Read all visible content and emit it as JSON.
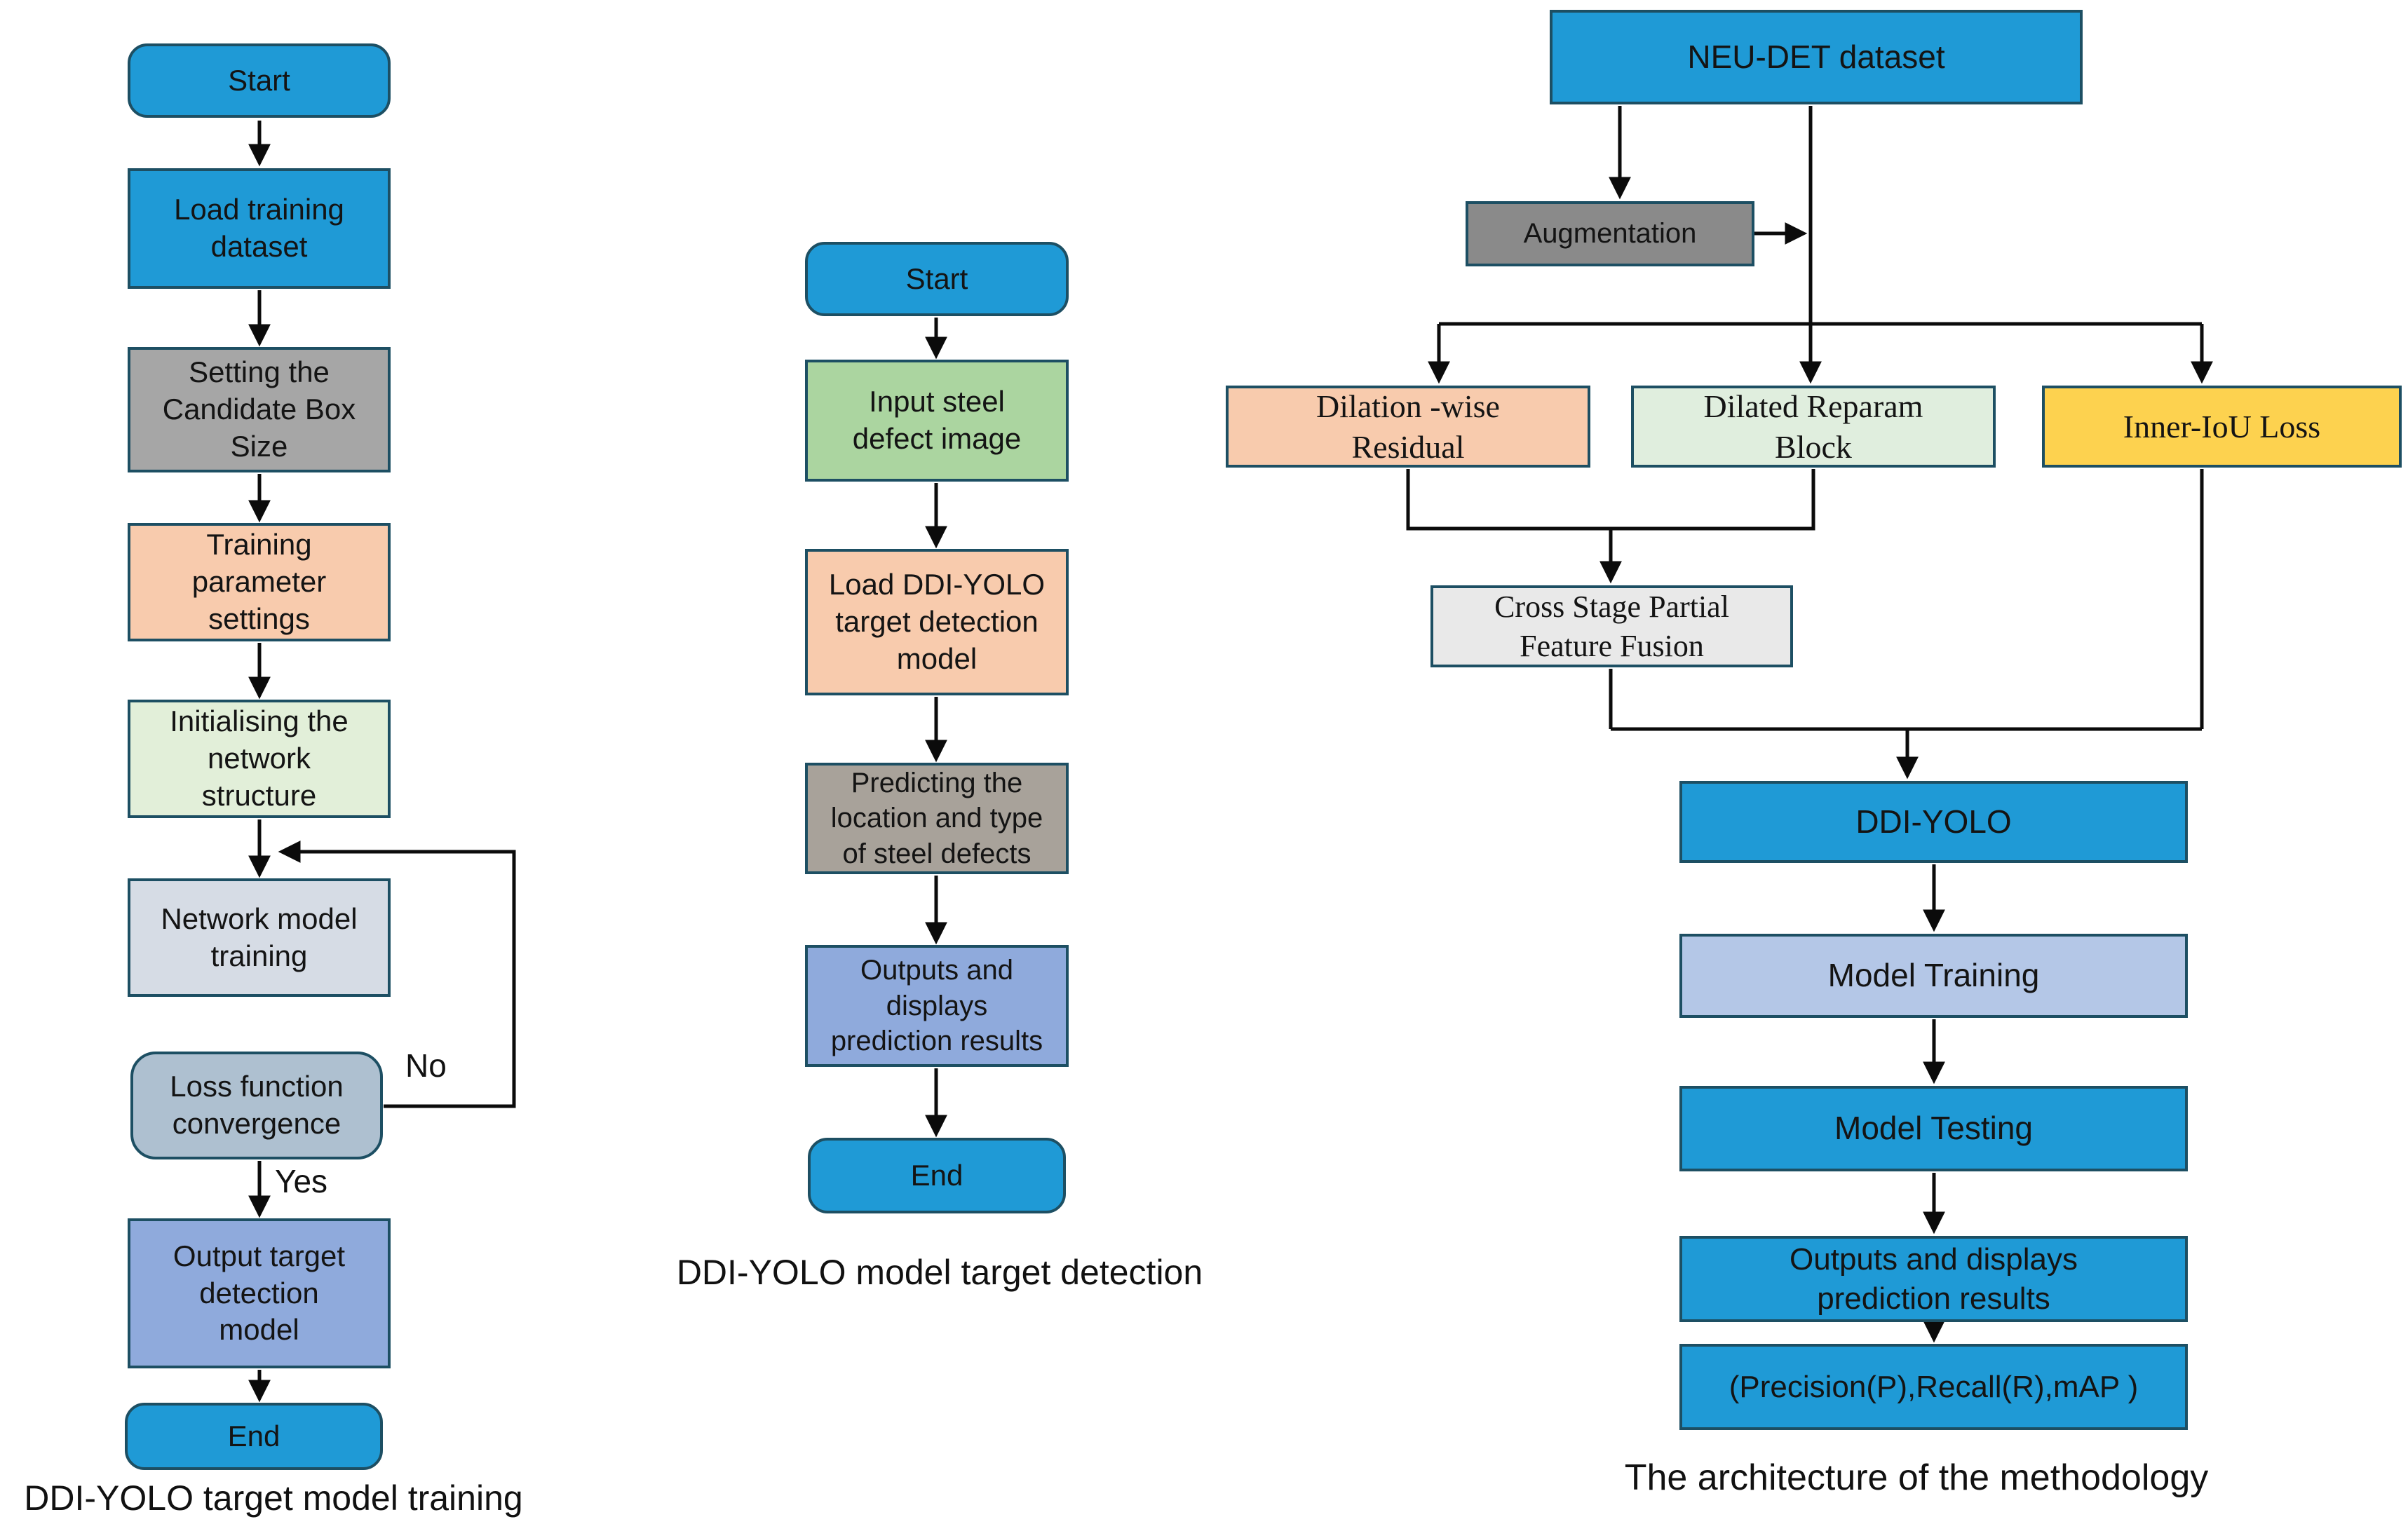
{
  "palette": {
    "accent_blue": "#1f9ad6",
    "box_border": "#1d4f63",
    "peach": "#f8cbad",
    "gray_medium": "#a6a6a6",
    "gray_warm": "#a8a29a",
    "gray_dark": "#8a8a8a",
    "green_pale": "#e2efd9",
    "green_medium": "#abd5a0",
    "green_tint": "#e0eede",
    "blue_gray": "#d6dce5",
    "steel_blue": "#aec0d0",
    "medium_blue": "#8faadc",
    "periwinkle": "#b4c7e7",
    "gold": "#fdd24f",
    "gray_light": "#e9e9e9",
    "line_black": "#0b0b0b"
  },
  "diagrams": {
    "training": {
      "caption": "DDI-YOLO target model training",
      "edge_labels": {
        "no": "No",
        "yes": "Yes"
      },
      "nodes": [
        {
          "id": "start",
          "label": "Start"
        },
        {
          "id": "load",
          "label": "Load training\ndataset"
        },
        {
          "id": "candidate",
          "label": "Setting the\nCandidate Box\nSize"
        },
        {
          "id": "params",
          "label": "Training\nparameter\nsettings"
        },
        {
          "id": "init",
          "label": "Initialising the\nnetwork\nstructure"
        },
        {
          "id": "train",
          "label": "Network model\ntraining"
        },
        {
          "id": "loss",
          "label": "Loss function\nconvergence"
        },
        {
          "id": "output",
          "label": "Output target\ndetection\nmodel"
        },
        {
          "id": "end",
          "label": "End"
        }
      ]
    },
    "detection": {
      "caption": "DDI-YOLO model target detection",
      "nodes": [
        {
          "id": "start",
          "label": "Start"
        },
        {
          "id": "input",
          "label": "Input steel\ndefect image"
        },
        {
          "id": "load",
          "label": "Load DDI-YOLO\ntarget detection\nmodel"
        },
        {
          "id": "predict",
          "label": "Predicting the\nlocation and type\nof steel defects"
        },
        {
          "id": "outputs",
          "label": "Outputs and\ndisplays\nprediction results"
        },
        {
          "id": "end",
          "label": "End"
        }
      ]
    },
    "architecture": {
      "caption": "The architecture of the methodology",
      "nodes": [
        {
          "id": "dataset",
          "label": "NEU-DET dataset"
        },
        {
          "id": "augmentation",
          "label": "Augmentation"
        },
        {
          "id": "dwr",
          "label": "Dilation -wise\nResidual"
        },
        {
          "id": "drb",
          "label": "Dilated Reparam\nBlock"
        },
        {
          "id": "iou",
          "label": "Inner-IoU Loss"
        },
        {
          "id": "csp",
          "label": "Cross Stage Partial\nFeature Fusion"
        },
        {
          "id": "ddiyolo",
          "label": "DDI-YOLO"
        },
        {
          "id": "mtrain",
          "label": "Model Training"
        },
        {
          "id": "mtest",
          "label": "Model Testing"
        },
        {
          "id": "outputs",
          "label": "Outputs and displays\nprediction results"
        },
        {
          "id": "metrics",
          "label": "(Precision(P),Recall(R),mAP )"
        }
      ]
    }
  }
}
